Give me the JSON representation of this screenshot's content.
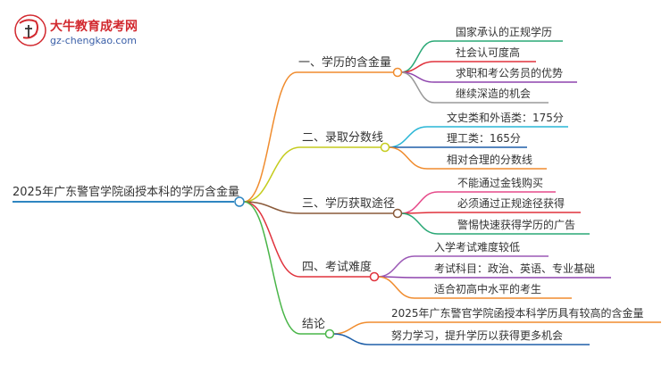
{
  "logo": {
    "title": "大牛教育成考网",
    "url": "gz-chengkao.com"
  },
  "root": {
    "label": "2025年广东警官学院函授本科的学历含金量",
    "color": "#2e86c1"
  },
  "branches": [
    {
      "label": "一、学历的含金量",
      "color": "#f08c2e",
      "children": [
        {
          "label": "国家承认的正规学历",
          "color": "#2aa876"
        },
        {
          "label": "社会认可度高",
          "color": "#e0323c"
        },
        {
          "label": "求职和考公务员的优势",
          "color": "#8e44ad"
        },
        {
          "label": "继续深造的机会",
          "color": "#9a9a9a"
        }
      ]
    },
    {
      "label": "二、录取分数线",
      "color": "#c5cc1e",
      "children": [
        {
          "label": "文史类和外语类：175分",
          "color": "#29b6d6"
        },
        {
          "label": "理工类：165分",
          "color": "#1e5fa8"
        },
        {
          "label": "相对合理的分数线",
          "color": "#f08c2e"
        }
      ]
    },
    {
      "label": "三、学历获取途径",
      "color": "#8a5a3a",
      "children": [
        {
          "label": "不能通过金钱购买",
          "color": "#e64a8a"
        },
        {
          "label": "必须通过正规途径获得",
          "color": "#e0323c"
        },
        {
          "label": "警惕快速获得学历的广告",
          "color": "#2aa876"
        }
      ]
    },
    {
      "label": "四、考试难度",
      "color": "#e0323c",
      "children": [
        {
          "label": "入学考试难度较低",
          "color": "#9b59b6"
        },
        {
          "label": "考试科目：政治、英语、专业基础",
          "color": "#8e44ad"
        },
        {
          "label": "适合初高中水平的考生",
          "color": "#f08c2e"
        }
      ]
    },
    {
      "label": "结论",
      "color": "#49b548",
      "children": [
        {
          "label": "2025年广东警官学院函授本科学历具有较高的含金量",
          "color": "#f08c2e"
        },
        {
          "label": "努力学习，提升学历以获得更多机会",
          "color": "#1e5fa8"
        }
      ]
    }
  ]
}
